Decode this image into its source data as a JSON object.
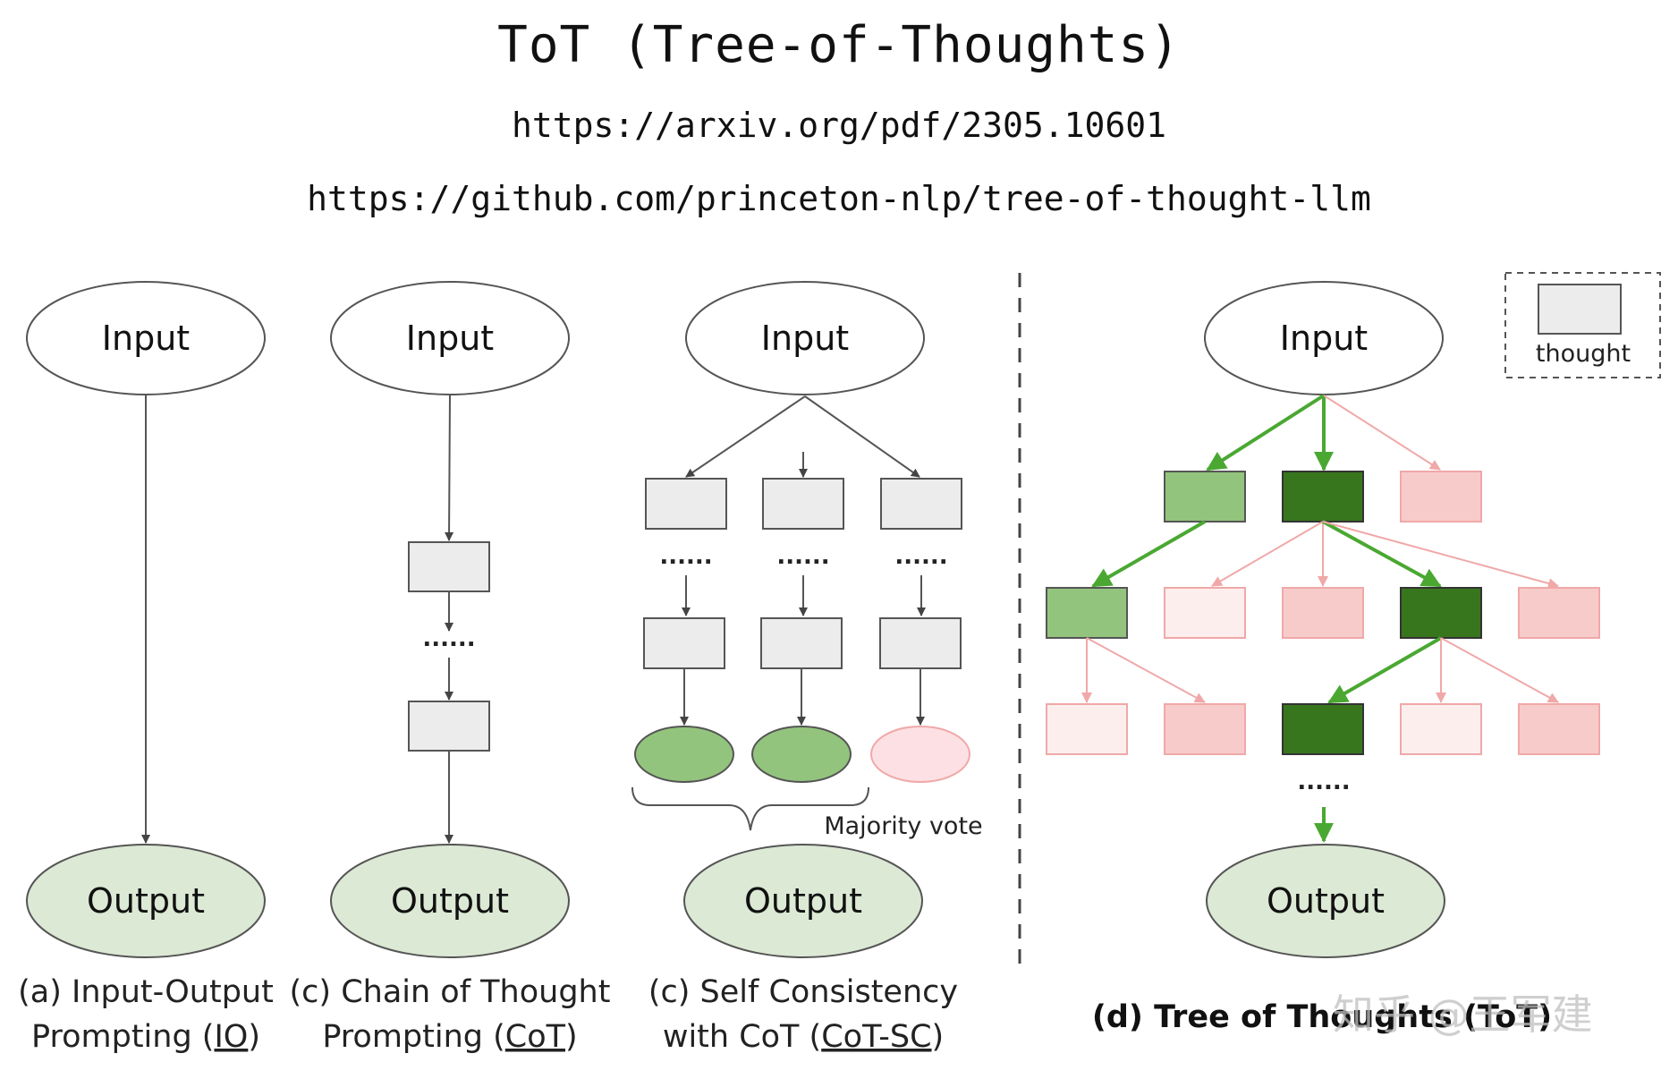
{
  "header": {
    "title": "ToT (Tree-of-Thoughts)",
    "url_paper": "https://arxiv.org/pdf/2305.10601",
    "url_code": "https://github.com/princeton-nlp/tree-of-thought-llm"
  },
  "nodes": {
    "input": "Input",
    "output": "Output",
    "dots": "......",
    "majority_vote": "Majority vote"
  },
  "legend": {
    "label": "thought"
  },
  "captions": {
    "a_line1": "(a) Input-Output",
    "a_line2_pre": "Prompting (",
    "a_line2_link": "IO",
    "a_line2_post": ")",
    "b_line1": "(c) Chain of Thought",
    "b_line2_pre": "Prompting (",
    "b_line2_link": "CoT",
    "b_line2_post": ")",
    "c_line1": "(c) Self Consistency",
    "c_line2_pre": "with CoT (",
    "c_line2_link": "CoT-SC",
    "c_line2_post": ")",
    "d": "(d) Tree of Thoughts (ToT)"
  },
  "watermark": "知乎 @王军建",
  "colors": {
    "input_fill": "#ffffff",
    "output_fill": "#dce9d5",
    "thought_gray": "#ececec",
    "good_light": "#93c47d",
    "good_dark": "#38761d",
    "bad_pink": "#f8cbcb",
    "bad_pale": "#fdeeee",
    "edge_green": "#4aa832",
    "edge_pink": "#f0a8a8"
  }
}
